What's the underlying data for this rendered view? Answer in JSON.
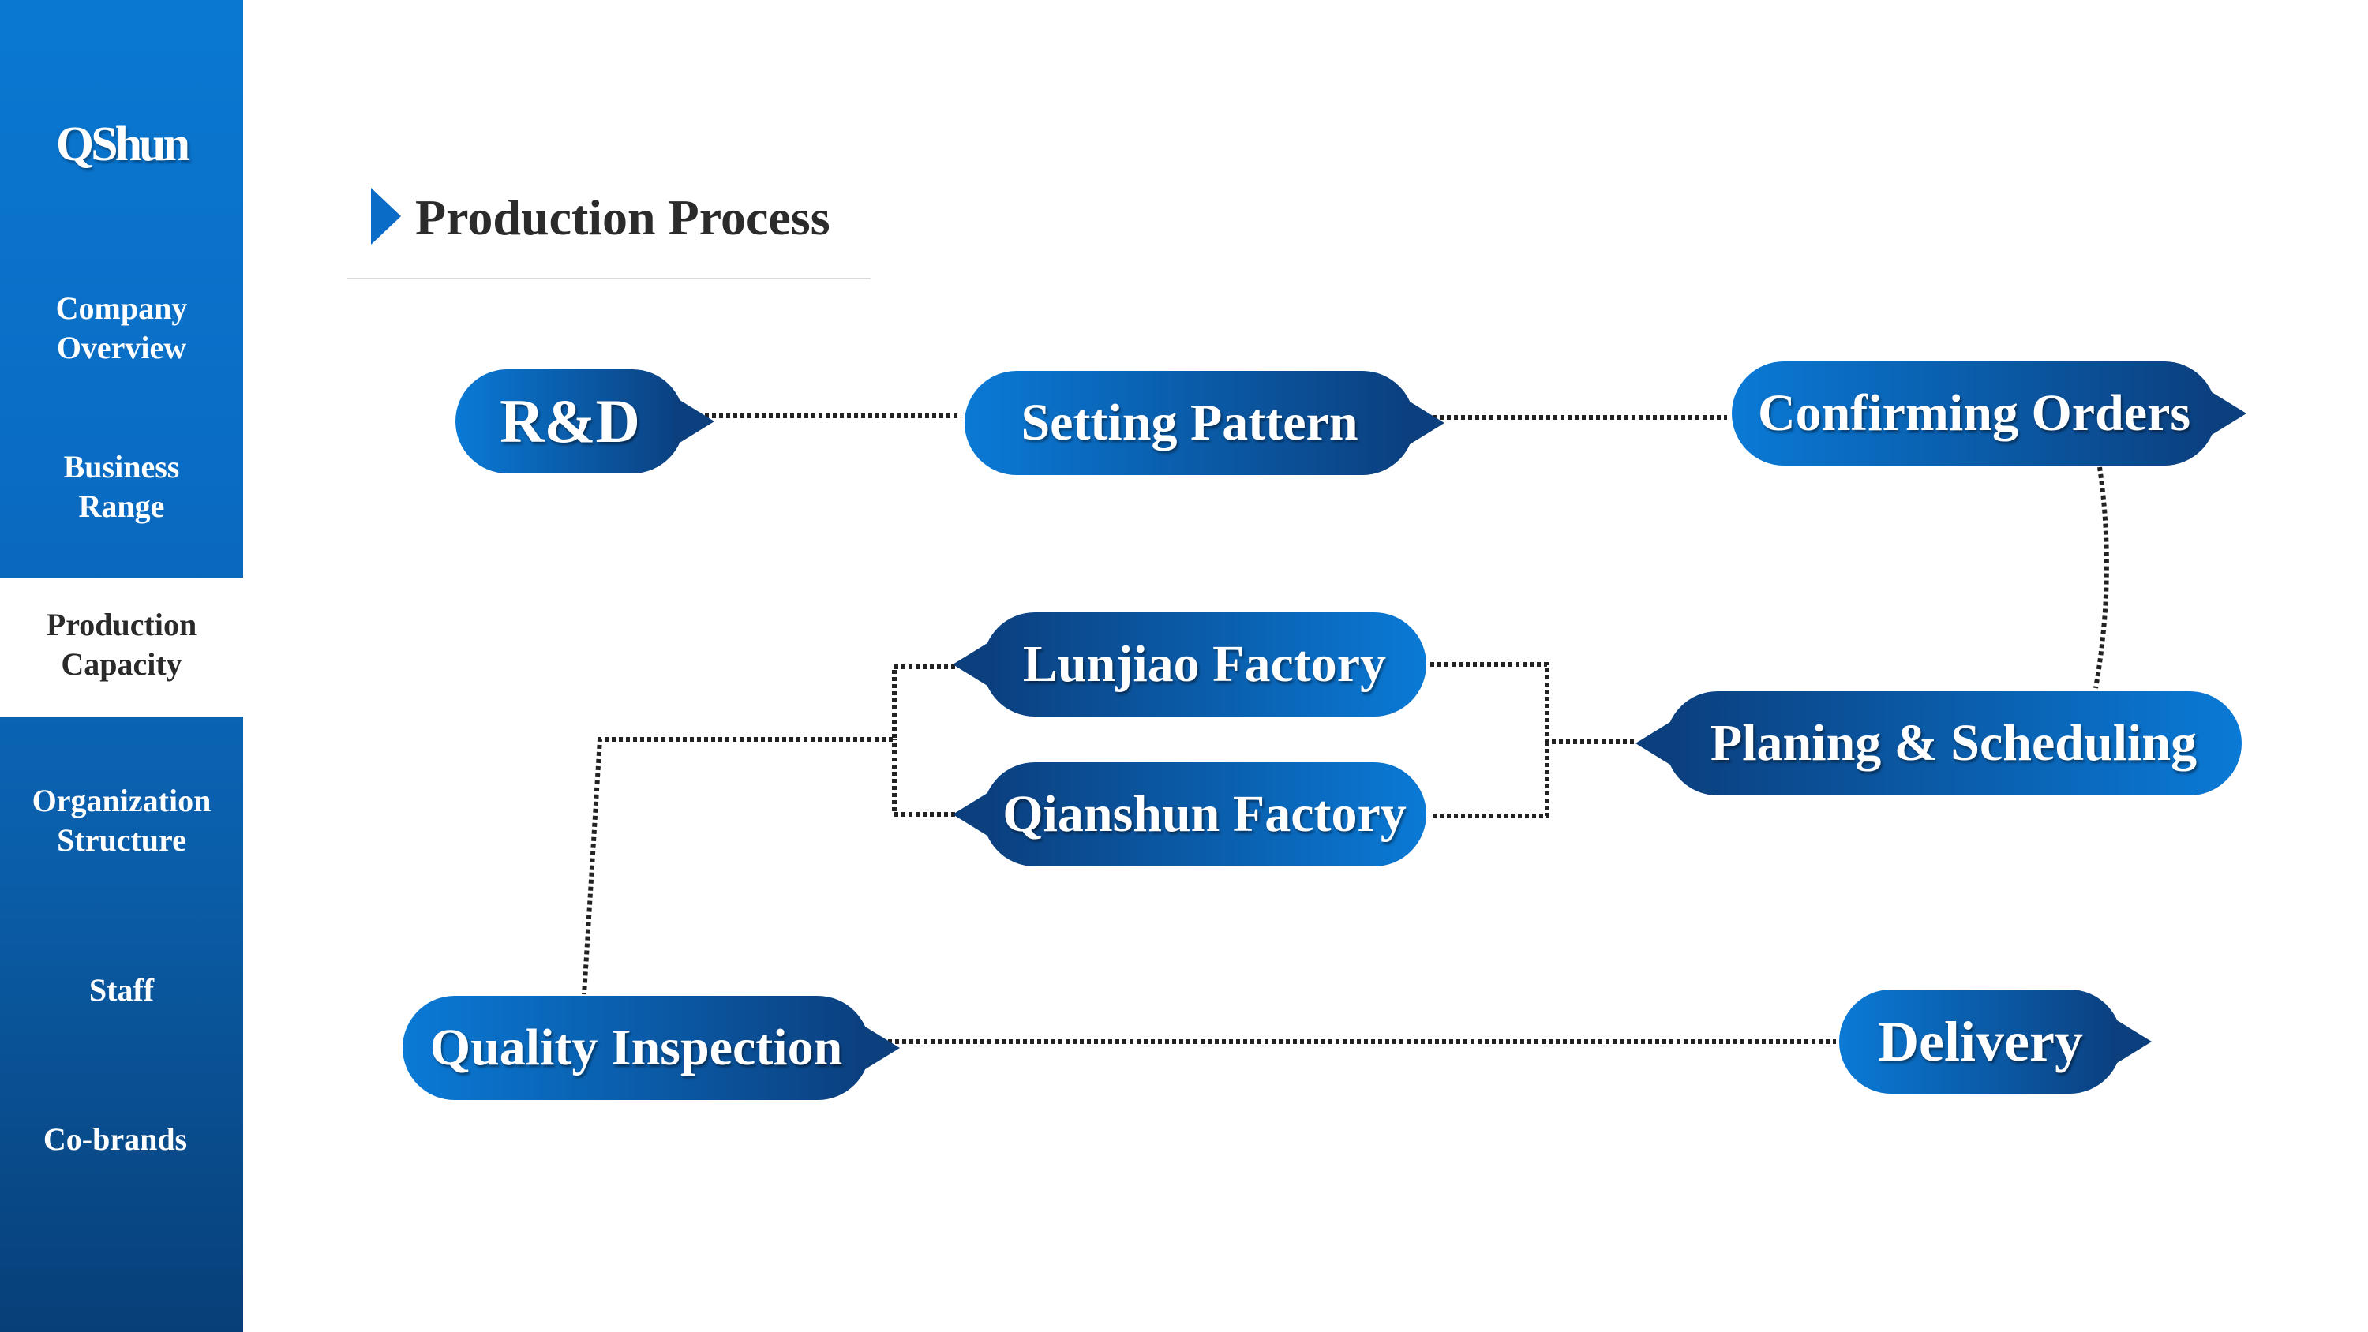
{
  "sidebar": {
    "logo": "QShun",
    "items": [
      {
        "line1": "Company",
        "line2": "Overview"
      },
      {
        "line1": "Business",
        "line2": "Range"
      },
      {
        "line1": "Production",
        "line2": "Capacity"
      },
      {
        "line1": "Organization",
        "line2": "Structure"
      },
      {
        "line1": "Staff",
        "line2": ""
      },
      {
        "line1": "Co-brands",
        "line2": ""
      }
    ],
    "active_index": 2
  },
  "title": "Production Process",
  "colors": {
    "sidebar_top": "#0a78d1",
    "sidebar_bottom": "#083f78",
    "node_light": "#0a7ad6",
    "node_dark": "#0b3f7e",
    "connector": "#222222"
  },
  "diagram": {
    "nodes": [
      {
        "id": "rnd",
        "label": "R&D"
      },
      {
        "id": "setting",
        "label": "Setting Pattern"
      },
      {
        "id": "confirming",
        "label": "Confirming Orders"
      },
      {
        "id": "planning",
        "label": "Planing & Scheduling"
      },
      {
        "id": "lunjiao",
        "label": "Lunjiao Factory"
      },
      {
        "id": "qianshun",
        "label": "Qianshun Factory"
      },
      {
        "id": "quality",
        "label": "Quality Inspection"
      },
      {
        "id": "delivery",
        "label": "Delivery"
      }
    ],
    "edges": [
      {
        "from": "rnd",
        "to": "setting"
      },
      {
        "from": "setting",
        "to": "confirming"
      },
      {
        "from": "confirming",
        "to": "planning"
      },
      {
        "from": "planning",
        "to": "lunjiao"
      },
      {
        "from": "planning",
        "to": "qianshun"
      },
      {
        "from": "lunjiao",
        "to": "quality"
      },
      {
        "from": "qianshun",
        "to": "quality"
      },
      {
        "from": "quality",
        "to": "delivery"
      }
    ]
  }
}
